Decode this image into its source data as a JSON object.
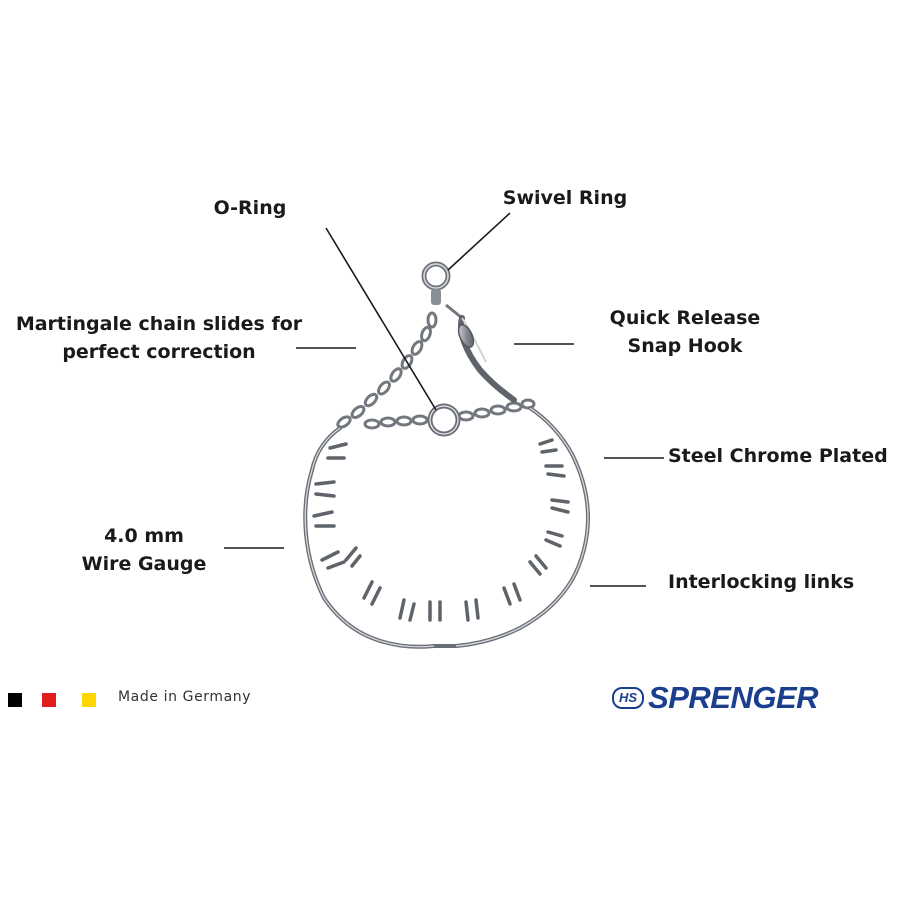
{
  "labels": {
    "o_ring": "O-Ring",
    "swivel_ring": "Swivel Ring",
    "martingale_line1": "Martingale chain slides for",
    "martingale_line2": "perfect correction",
    "quick_release_line1": "Quick Release",
    "quick_release_line2": "Snap Hook",
    "steel": "Steel Chrome Plated",
    "gauge_line1": "4.0 mm",
    "gauge_line2": "Wire Gauge",
    "interlocking": "Interlocking links"
  },
  "footer": {
    "made_in": "Made in Germany",
    "flag_colors": [
      "#000000",
      "#e31d1d",
      "#ffd600"
    ]
  },
  "brand": {
    "badge": "HS",
    "name": "SPRENGER",
    "color": "#1b3f8f"
  },
  "colors": {
    "metal": "#6f737a",
    "metal_light": "#c9ccd1",
    "leader": "#1a1a1a"
  }
}
